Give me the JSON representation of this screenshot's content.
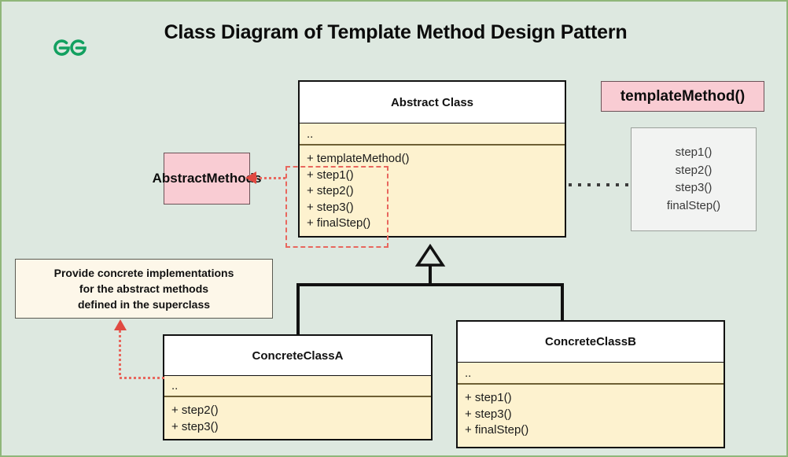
{
  "page": {
    "title": "Class Diagram of Template Method Design Pattern",
    "background_color": "#dde8e0",
    "border_color": "#8fb77a",
    "logo_name": "geeksforgeeks-logo",
    "logo_color": "#12a060"
  },
  "diagram": {
    "type": "uml-class-diagram",
    "classes": [
      {
        "id": "abstract-class",
        "name": "Abstract Class",
        "attributes": [
          ".."
        ],
        "operations": [
          "+ templateMethod()",
          "+ step1()",
          "+ step2()",
          "+ step3()",
          "+ finalStep()"
        ]
      },
      {
        "id": "concrete-a",
        "name": "ConcreteClassA",
        "attributes": [
          ".."
        ],
        "operations": [
          "+ step2()",
          "+ step3()"
        ]
      },
      {
        "id": "concrete-b",
        "name": "ConcreteClassB",
        "attributes": [
          ".."
        ],
        "operations": [
          "+ step1()",
          "+ step3()",
          "+ finalStep()"
        ]
      }
    ],
    "relationships": [
      {
        "from": "concrete-a",
        "to": "abstract-class",
        "kind": "generalization"
      },
      {
        "from": "concrete-b",
        "to": "abstract-class",
        "kind": "generalization"
      }
    ]
  },
  "annotations": {
    "template_method_badge": {
      "label": "templateMethod()",
      "color": "#f9ccd3"
    },
    "abstract_methods_badge": {
      "line1": "Abstract",
      "line2": "Methods",
      "color": "#f9ccd3"
    },
    "steps_panel": {
      "items": [
        "step1()",
        "step2()",
        "step3()",
        "finalStep()"
      ],
      "color": "#f2f3f2"
    },
    "note": {
      "line1": "Provide concrete implementations",
      "line2": "for the abstract methods",
      "line3": "defined in the superclass",
      "color": "#fdf7e9"
    },
    "highlight_outline_color": "#e8675e"
  }
}
